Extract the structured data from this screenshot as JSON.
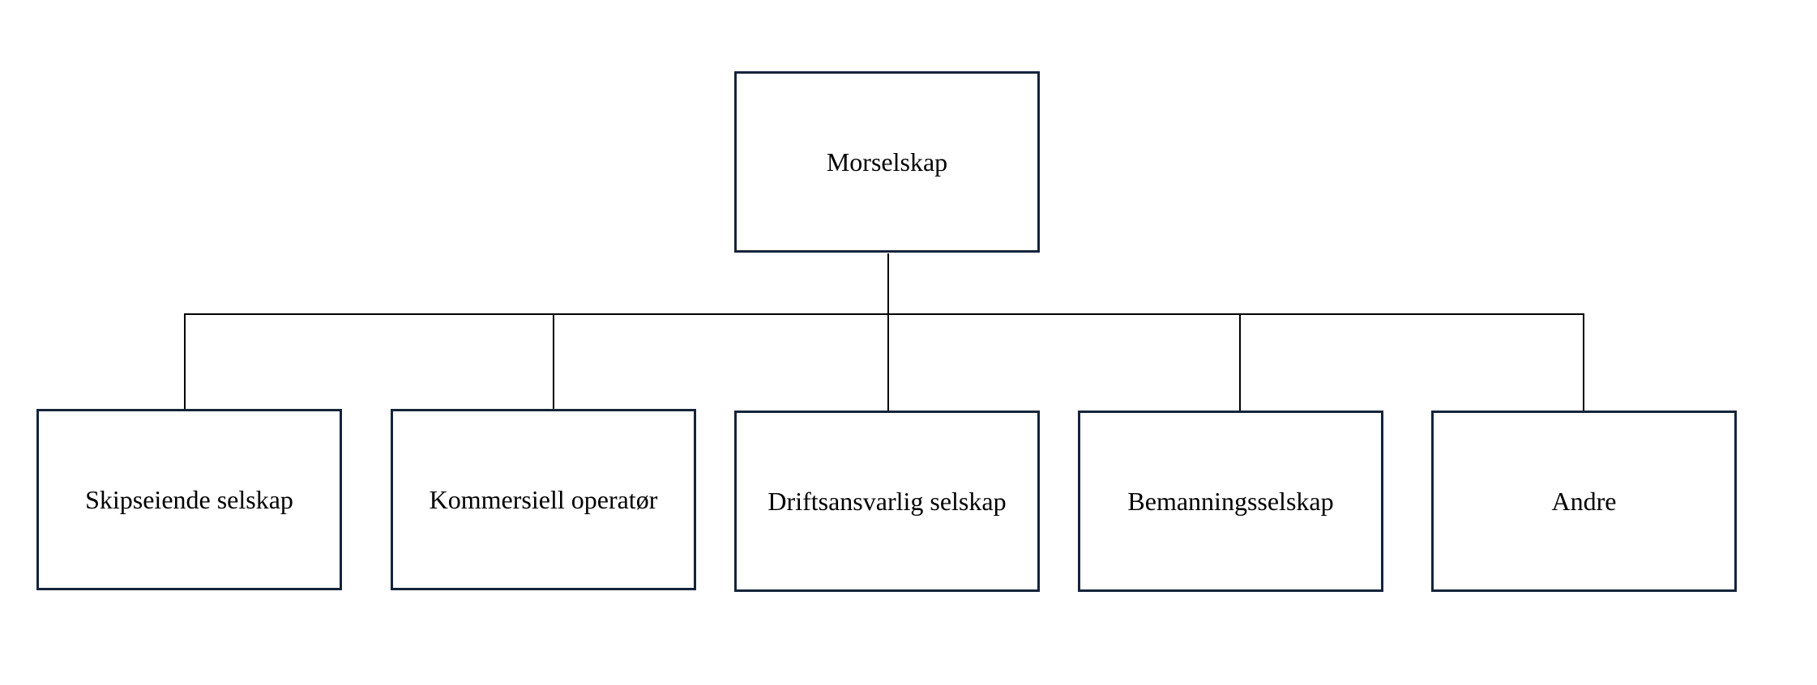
{
  "diagram": {
    "type": "org-chart",
    "root": {
      "label": "Morselskap"
    },
    "children": [
      {
        "label": "Skipseiende selskap"
      },
      {
        "label": "Kommersiell operatør"
      },
      {
        "label": "Driftsansvarlig selskap"
      },
      {
        "label": "Bemanningsselskap"
      },
      {
        "label": "Andre"
      }
    ],
    "colors": {
      "box_border": "#14243a",
      "connector": "#000000",
      "text": "#000000",
      "background": "#ffffff"
    }
  }
}
